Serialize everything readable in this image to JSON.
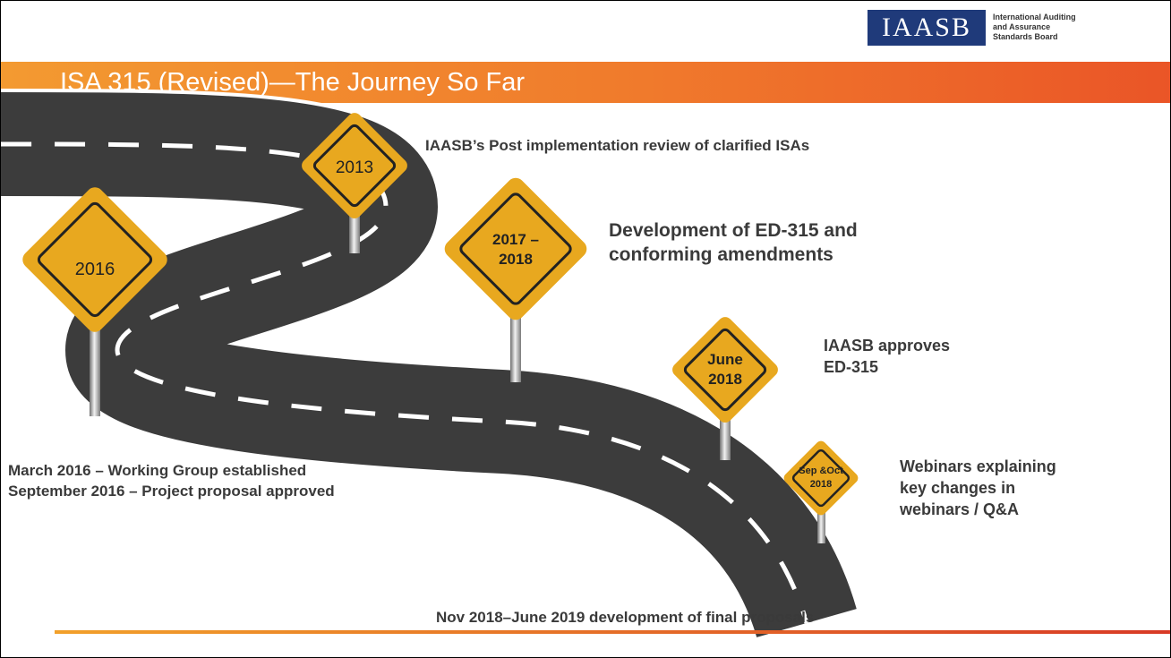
{
  "logo": {
    "acronym": "IAASB",
    "full_name": "International Auditing\nand Assurance\nStandards Board"
  },
  "slide": {
    "title": "ISA 315 (Revised)—The Journey So Far"
  },
  "signs": [
    {
      "label": "2013"
    },
    {
      "label": "2016"
    },
    {
      "label_line1": "2017 –",
      "label_line2": "2018"
    },
    {
      "label_line1": "June",
      "label_line2": "2018"
    },
    {
      "label_line1": "Sep &Oct",
      "label_line2": "2018"
    }
  ],
  "milestones": {
    "m2013": "IAASB’s Post implementation review of clarified ISAs",
    "m2017_line1": "Development of ED-315 and",
    "m2017_line2": "conforming amendments",
    "mjune_line1": "IAASB approves",
    "mjune_line2": "ED-315",
    "mwebinar_line1": "Webinars explaining",
    "mwebinar_line2": "key changes in",
    "mwebinar_line3": "webinars / Q&A",
    "m2016_line1": "March 2016 – Working Group established",
    "m2016_line2": "September 2016 – Project proposal approved",
    "final": "Nov 2018–June 2019 development of final proposals"
  },
  "colors": {
    "road": "#3c3c3c",
    "road_marking": "#ffffff",
    "sign_fill": "#e8a81f",
    "sign_border": "#222222",
    "accent_orange": "#f07a2c",
    "logo_blue": "#1f3a7a"
  }
}
